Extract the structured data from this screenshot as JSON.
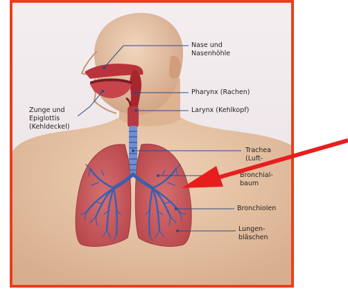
{
  "labels": {
    "nase": [
      "Nase und",
      "Nasenhöhle"
    ],
    "pharynx": [
      "Pharynx (Rachen)"
    ],
    "larynx": [
      "Larynx (Kehlkopf)"
    ],
    "trachea": [
      "Trachea",
      "(Luft-"
    ],
    "bronchialbaum": [
      "Bronchial-",
      "baum"
    ],
    "bronchiolen": [
      "Bronchiolen"
    ],
    "lungenblaeschen": [
      "Lungen-",
      "bläschen"
    ],
    "zunge": [
      "Zunge und",
      "Epiglottis",
      "(Kehldeckel)"
    ]
  },
  "colors": {
    "frame": "#e8401c",
    "arrow": "#e81e1e",
    "skin": "#e6c4a4",
    "lung": "#c9575a",
    "airway": "#3b5fb0",
    "mucosa": "#b8333b",
    "background": "#efe7ea"
  }
}
